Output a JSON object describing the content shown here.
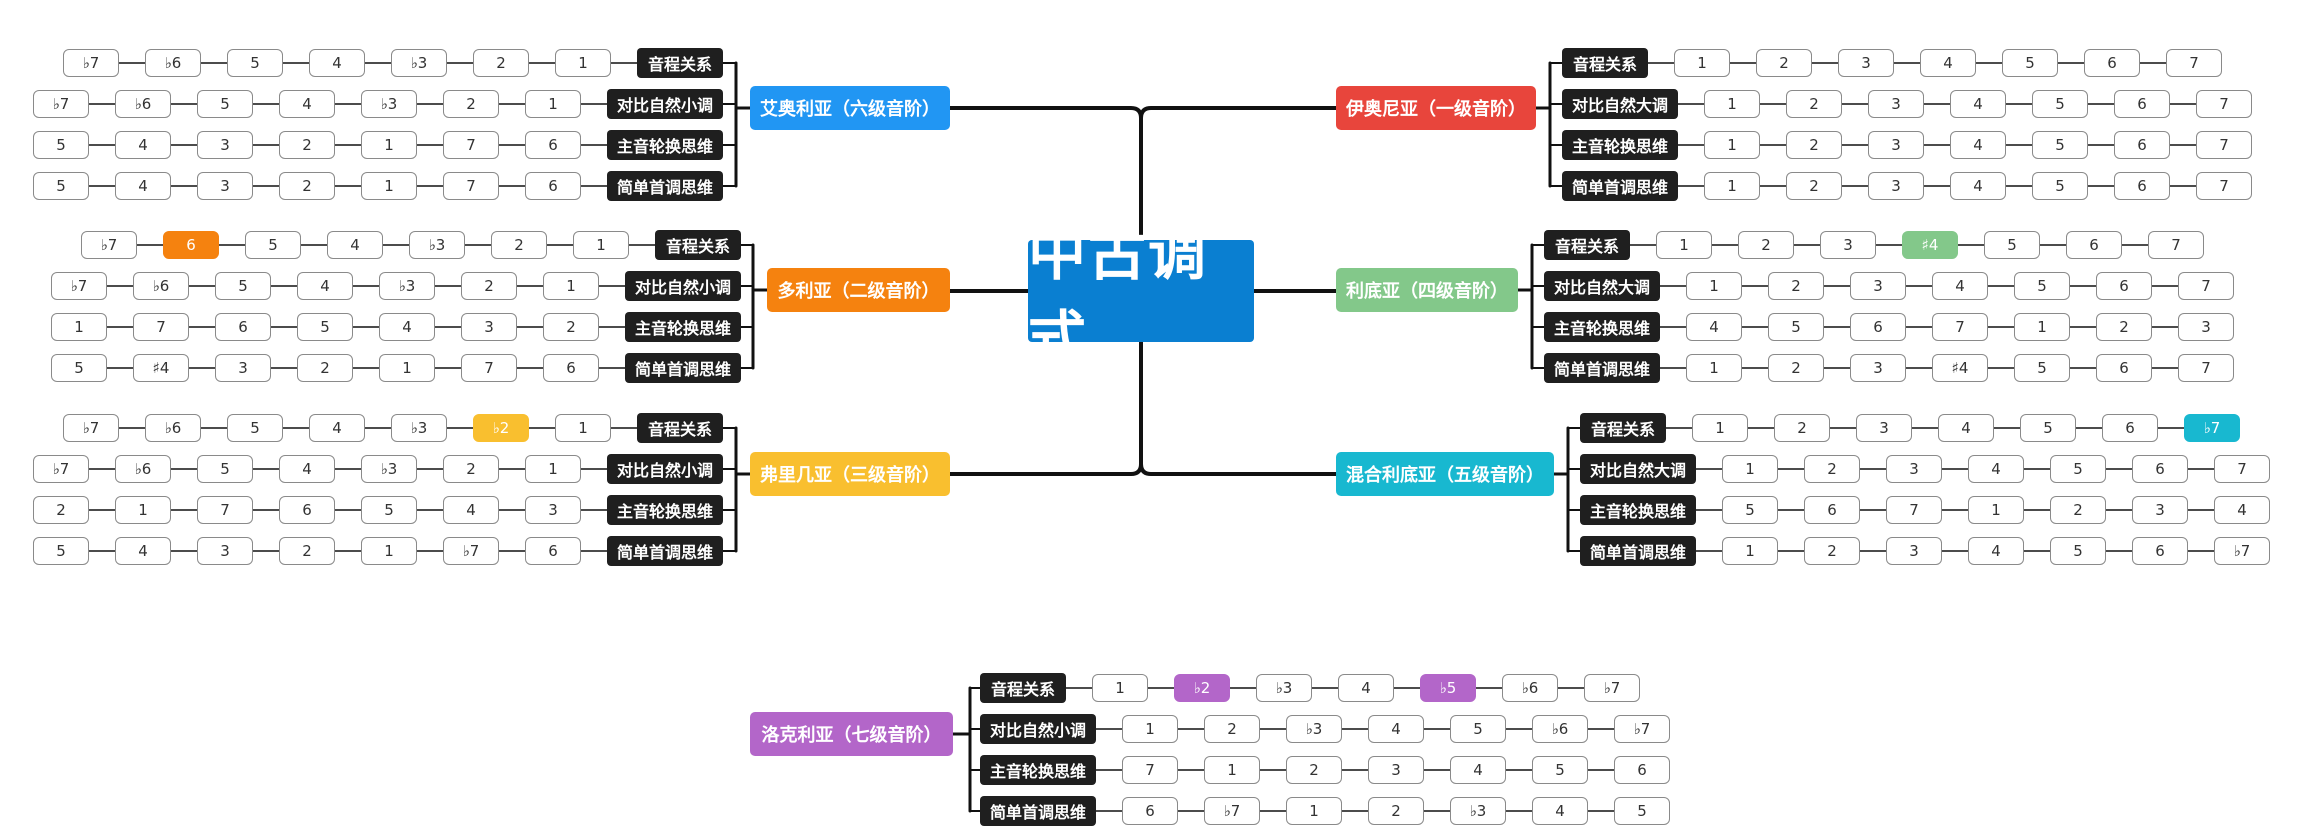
{
  "title": "中古调式",
  "colors": {
    "center": "#0a7fd1",
    "ionian": "#e8453c",
    "dorian": "#f5820f",
    "phrygian": "#f9bf2f",
    "lydian": "#83c88a",
    "mixolydian": "#18b8d0",
    "aeolian": "#2196f3",
    "locrian": "#b366c9",
    "label_bg": "#1f1f1f"
  },
  "modes": [
    {
      "key": "aeolian",
      "name": "艾奥利亚（六级音阶）",
      "color": "#2196f3",
      "rows": [
        {
          "label": "音程关系",
          "cells": [
            "♭7",
            "♭6",
            "5",
            "4",
            "♭3",
            "2",
            "1"
          ],
          "hl": []
        },
        {
          "label": "对比自然小调",
          "cells": [
            "♭7",
            "♭6",
            "5",
            "4",
            "♭3",
            "2",
            "1"
          ],
          "hl": []
        },
        {
          "label": "主音轮换思维",
          "cells": [
            "5",
            "4",
            "3",
            "2",
            "1",
            "7",
            "6"
          ],
          "hl": []
        },
        {
          "label": "简单首调思维",
          "cells": [
            "5",
            "4",
            "3",
            "2",
            "1",
            "7",
            "6"
          ],
          "hl": []
        }
      ]
    },
    {
      "key": "dorian",
      "name": "多利亚（二级音阶）",
      "color": "#f5820f",
      "rows": [
        {
          "label": "音程关系",
          "cells": [
            "♭7",
            "6",
            "5",
            "4",
            "♭3",
            "2",
            "1"
          ],
          "hl": [
            1
          ]
        },
        {
          "label": "对比自然小调",
          "cells": [
            "♭7",
            "♭6",
            "5",
            "4",
            "♭3",
            "2",
            "1"
          ],
          "hl": []
        },
        {
          "label": "主音轮换思维",
          "cells": [
            "1",
            "7",
            "6",
            "5",
            "4",
            "3",
            "2"
          ],
          "hl": []
        },
        {
          "label": "简单首调思维",
          "cells": [
            "5",
            "♯4",
            "3",
            "2",
            "1",
            "7",
            "6"
          ],
          "hl": []
        }
      ]
    },
    {
      "key": "phrygian",
      "name": "弗里几亚（三级音阶）",
      "color": "#f9bf2f",
      "rows": [
        {
          "label": "音程关系",
          "cells": [
            "♭7",
            "♭6",
            "5",
            "4",
            "♭3",
            "♭2",
            "1"
          ],
          "hl": [
            5
          ]
        },
        {
          "label": "对比自然小调",
          "cells": [
            "♭7",
            "♭6",
            "5",
            "4",
            "♭3",
            "2",
            "1"
          ],
          "hl": []
        },
        {
          "label": "主音轮换思维",
          "cells": [
            "2",
            "1",
            "7",
            "6",
            "5",
            "4",
            "3"
          ],
          "hl": []
        },
        {
          "label": "简单首调思维",
          "cells": [
            "5",
            "4",
            "3",
            "2",
            "1",
            "♭7",
            "6"
          ],
          "hl": []
        }
      ]
    },
    {
      "key": "ionian",
      "name": "伊奥尼亚（一级音阶）",
      "color": "#e8453c",
      "rows": [
        {
          "label": "音程关系",
          "cells": [
            "1",
            "2",
            "3",
            "4",
            "5",
            "6",
            "7"
          ],
          "hl": []
        },
        {
          "label": "对比自然大调",
          "cells": [
            "1",
            "2",
            "3",
            "4",
            "5",
            "6",
            "7"
          ],
          "hl": []
        },
        {
          "label": "主音轮换思维",
          "cells": [
            "1",
            "2",
            "3",
            "4",
            "5",
            "6",
            "7"
          ],
          "hl": []
        },
        {
          "label": "简单首调思维",
          "cells": [
            "1",
            "2",
            "3",
            "4",
            "5",
            "6",
            "7"
          ],
          "hl": []
        }
      ]
    },
    {
      "key": "lydian",
      "name": "利底亚（四级音阶）",
      "color": "#83c88a",
      "rows": [
        {
          "label": "音程关系",
          "cells": [
            "1",
            "2",
            "3",
            "♯4",
            "5",
            "6",
            "7"
          ],
          "hl": [
            3
          ]
        },
        {
          "label": "对比自然大调",
          "cells": [
            "1",
            "2",
            "3",
            "4",
            "5",
            "6",
            "7"
          ],
          "hl": []
        },
        {
          "label": "主音轮换思维",
          "cells": [
            "4",
            "5",
            "6",
            "7",
            "1",
            "2",
            "3"
          ],
          "hl": []
        },
        {
          "label": "简单首调思维",
          "cells": [
            "1",
            "2",
            "3",
            "♯4",
            "5",
            "6",
            "7"
          ],
          "hl": []
        }
      ]
    },
    {
      "key": "mixolydian",
      "name": "混合利底亚（五级音阶）",
      "color": "#18b8d0",
      "rows": [
        {
          "label": "音程关系",
          "cells": [
            "1",
            "2",
            "3",
            "4",
            "5",
            "6",
            "♭7"
          ],
          "hl": [
            6
          ]
        },
        {
          "label": "对比自然大调",
          "cells": [
            "1",
            "2",
            "3",
            "4",
            "5",
            "6",
            "7"
          ],
          "hl": []
        },
        {
          "label": "主音轮换思维",
          "cells": [
            "5",
            "6",
            "7",
            "1",
            "2",
            "3",
            "4"
          ],
          "hl": []
        },
        {
          "label": "简单首调思维",
          "cells": [
            "1",
            "2",
            "3",
            "4",
            "5",
            "6",
            "♭7"
          ],
          "hl": []
        }
      ]
    },
    {
      "key": "locrian",
      "name": "洛克利亚（七级音阶）",
      "color": "#b366c9",
      "rows": [
        {
          "label": "音程关系",
          "cells": [
            "1",
            "♭2",
            "♭3",
            "4",
            "♭5",
            "♭6",
            "♭7"
          ],
          "hl": [
            1,
            4
          ]
        },
        {
          "label": "对比自然小调",
          "cells": [
            "1",
            "2",
            "♭3",
            "4",
            "5",
            "♭6",
            "♭7"
          ],
          "hl": []
        },
        {
          "label": "主音轮换思维",
          "cells": [
            "7",
            "1",
            "2",
            "3",
            "4",
            "5",
            "6"
          ],
          "hl": []
        },
        {
          "label": "简单首调思维",
          "cells": [
            "6",
            "♭7",
            "1",
            "2",
            "♭3",
            "4",
            "5"
          ],
          "hl": []
        }
      ]
    }
  ]
}
